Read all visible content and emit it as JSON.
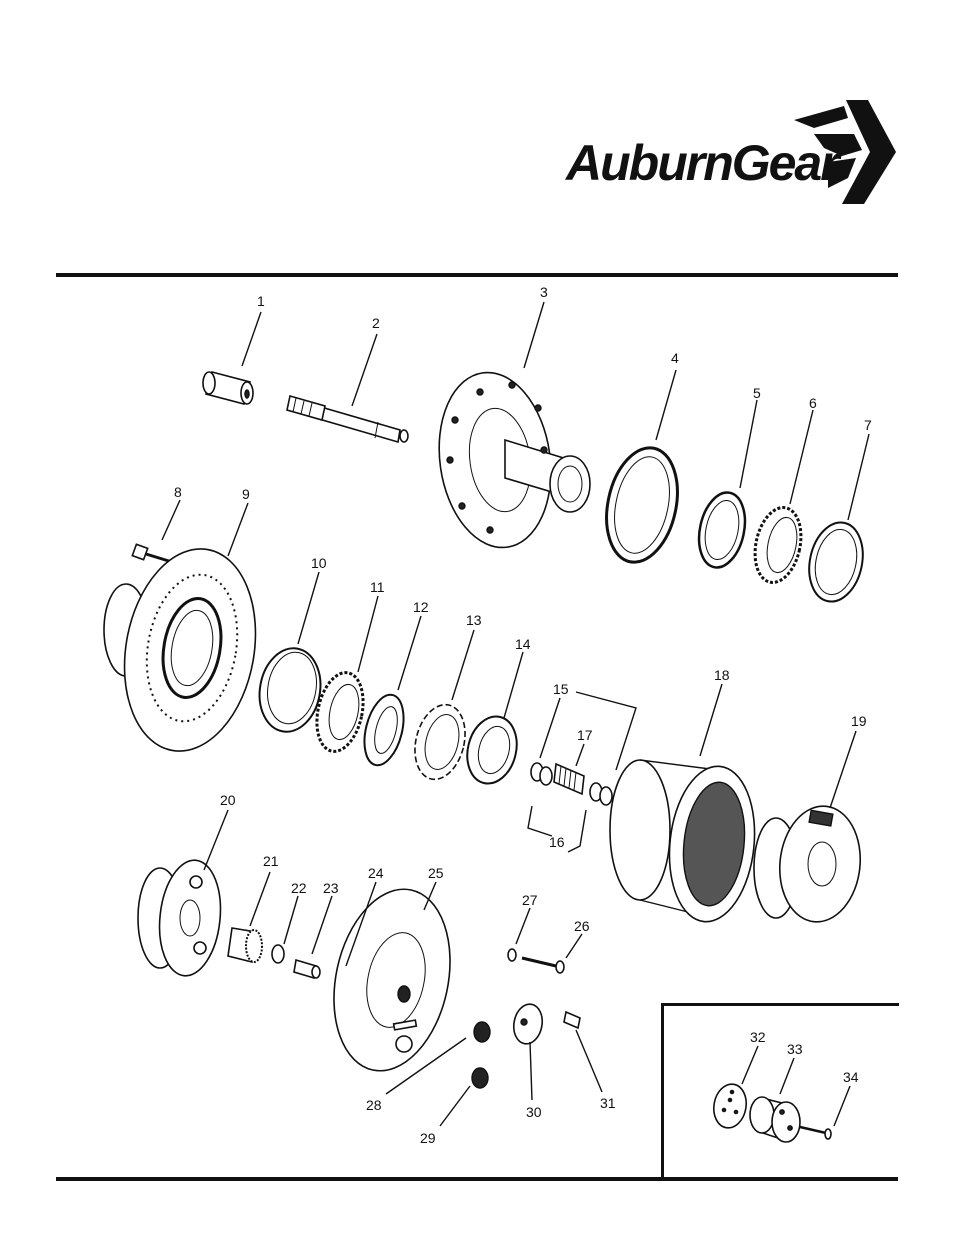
{
  "brand": {
    "name": "AuburnGear",
    "logo_icon": "auburn-gear-chevron-logo"
  },
  "parts": [
    {
      "id": "p1",
      "label": "1"
    },
    {
      "id": "p2",
      "label": "2"
    },
    {
      "id": "p3",
      "label": "3"
    },
    {
      "id": "p4",
      "label": "4"
    },
    {
      "id": "p5",
      "label": "5"
    },
    {
      "id": "p6",
      "label": "6"
    },
    {
      "id": "p7",
      "label": "7"
    },
    {
      "id": "p8",
      "label": "8"
    },
    {
      "id": "p9",
      "label": "9"
    },
    {
      "id": "p10",
      "label": "10"
    },
    {
      "id": "p11",
      "label": "11"
    },
    {
      "id": "p12",
      "label": "12"
    },
    {
      "id": "p13",
      "label": "13"
    },
    {
      "id": "p14",
      "label": "14"
    },
    {
      "id": "p15",
      "label": "15"
    },
    {
      "id": "p16",
      "label": "16"
    },
    {
      "id": "p17",
      "label": "17"
    },
    {
      "id": "p18",
      "label": "18"
    },
    {
      "id": "p19",
      "label": "19"
    },
    {
      "id": "p20",
      "label": "20"
    },
    {
      "id": "p21",
      "label": "21"
    },
    {
      "id": "p22",
      "label": "22"
    },
    {
      "id": "p23",
      "label": "23"
    },
    {
      "id": "p24",
      "label": "24"
    },
    {
      "id": "p25",
      "label": "25"
    },
    {
      "id": "p26",
      "label": "26"
    },
    {
      "id": "p27",
      "label": "27"
    },
    {
      "id": "p28",
      "label": "28"
    },
    {
      "id": "p29",
      "label": "29"
    },
    {
      "id": "p30",
      "label": "30"
    },
    {
      "id": "p31",
      "label": "31"
    },
    {
      "id": "p32",
      "label": "32"
    },
    {
      "id": "p33",
      "label": "33"
    },
    {
      "id": "p34",
      "label": "34"
    }
  ]
}
